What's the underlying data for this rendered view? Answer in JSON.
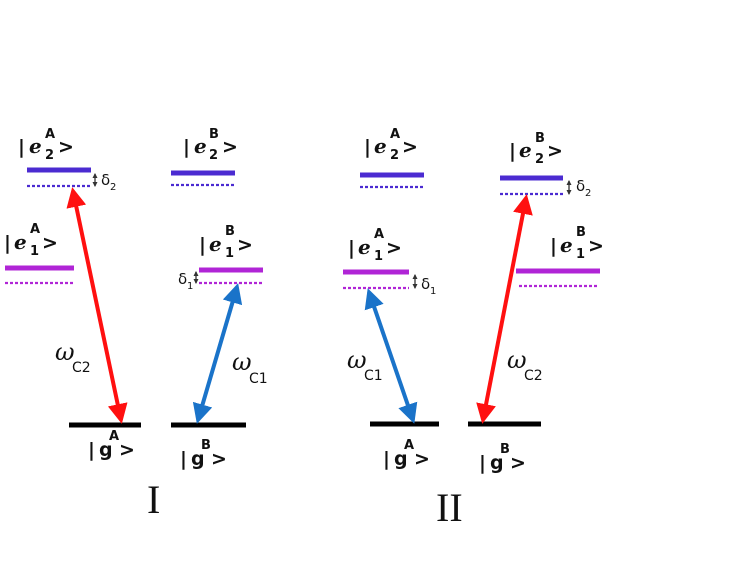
{
  "colors": {
    "level_e2": "#4b2bd1",
    "level_e1": "#b025d6",
    "ground": "#000000",
    "arrow_red": "#ff1010",
    "arrow_blue": "#1a73c9"
  },
  "panels": [
    {
      "label": "I",
      "states": {
        "e2A": {
          "base": "e",
          "sub": "2",
          "sup": "A"
        },
        "e2B": {
          "base": "e",
          "sub": "2",
          "sup": "B"
        },
        "e1A": {
          "base": "e",
          "sub": "1",
          "sup": "A"
        },
        "e1B": {
          "base": "e",
          "sub": "1",
          "sup": "B"
        },
        "gA": {
          "base": "g",
          "sup": "A"
        },
        "gB": {
          "base": "g",
          "sup": "B"
        }
      },
      "detunings": [
        {
          "sym": "δ",
          "sub": "2"
        },
        {
          "sym": "δ",
          "sub": "1"
        }
      ],
      "fields": [
        {
          "sym": "ω",
          "sub": "C2"
        },
        {
          "sym": "ω",
          "sub": "C1"
        }
      ]
    },
    {
      "label": "II",
      "states": {
        "e2A": {
          "base": "e",
          "sub": "2",
          "sup": "A"
        },
        "e2B": {
          "base": "e",
          "sub": "2",
          "sup": "B"
        },
        "e1A": {
          "base": "e",
          "sub": "1",
          "sup": "A"
        },
        "e1B": {
          "base": "e",
          "sub": "1",
          "sup": "B"
        },
        "gA": {
          "base": "g",
          "sup": "A"
        },
        "gB": {
          "base": "g",
          "sup": "B"
        }
      },
      "detunings": [
        {
          "sym": "δ",
          "sub": "1"
        },
        {
          "sym": "δ",
          "sub": "2"
        }
      ],
      "fields": [
        {
          "sym": "ω",
          "sub": "C1"
        },
        {
          "sym": "ω",
          "sub": "C2"
        }
      ]
    }
  ]
}
